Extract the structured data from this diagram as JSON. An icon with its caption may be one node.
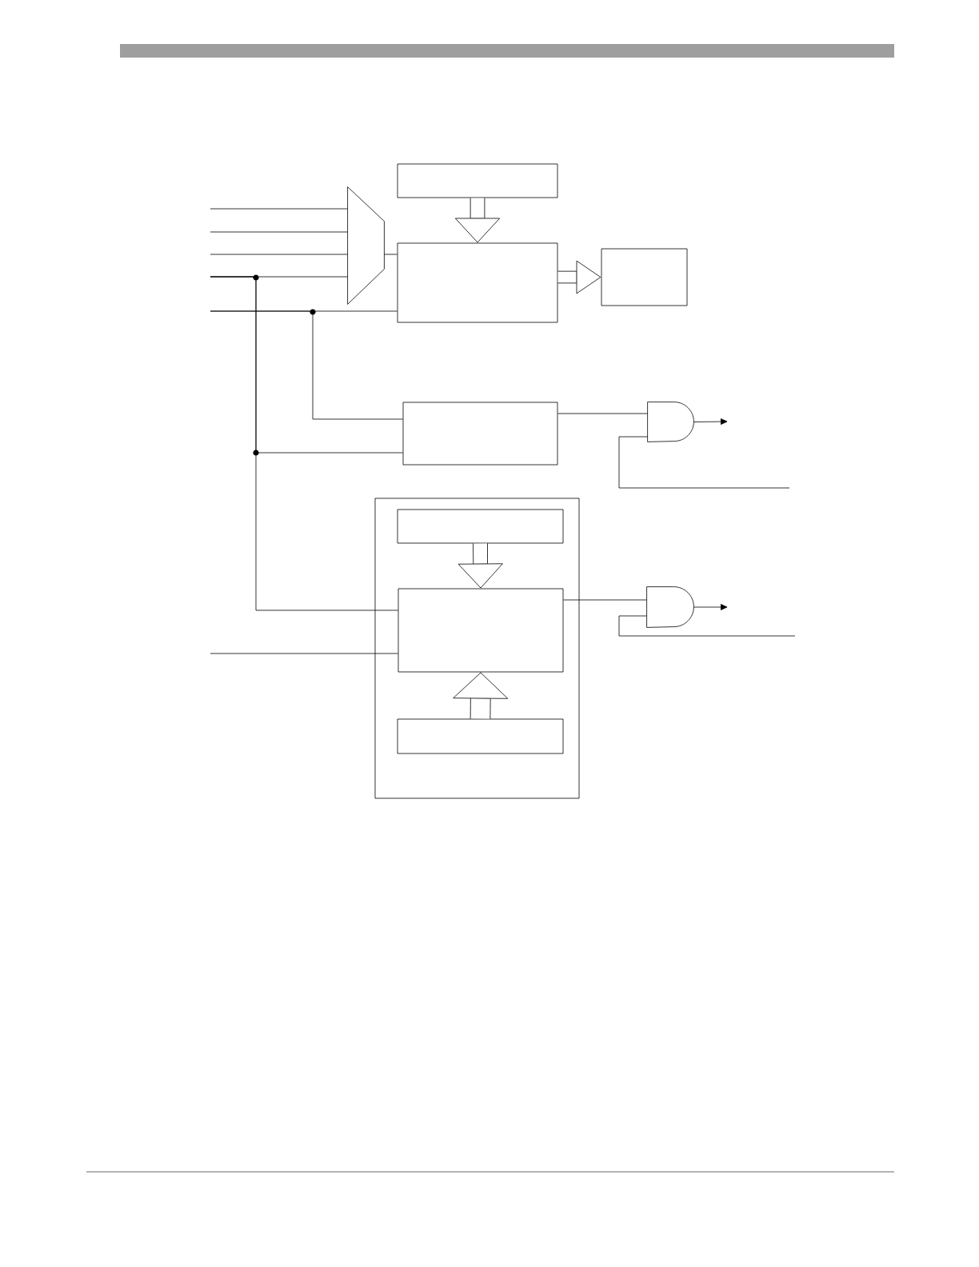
{
  "diagram": {
    "nodes": [
      {
        "text": [],
        "shape": "box"
      },
      {
        "text": [],
        "shape": "trapezoid"
      },
      {
        "text": [],
        "shape": "box"
      },
      {
        "text": [],
        "shape": "box"
      },
      {
        "text": [],
        "shape": "box"
      },
      {
        "text": [],
        "shape": "gate"
      },
      {
        "text": [],
        "shape": "box"
      },
      {
        "text": [],
        "shape": "box",
        "in": 6
      },
      {
        "text": [],
        "shape": "box",
        "in": 6
      },
      {
        "text": [],
        "shape": "box",
        "in": 6
      },
      {
        "text": [],
        "shape": "gate"
      }
    ],
    "edges": [
      {
        "from": null,
        "to": 1,
        "arrow": "none"
      },
      {
        "from": null,
        "to": 1,
        "arrow": "none"
      },
      {
        "from": null,
        "to": 1,
        "arrow": "none"
      },
      {
        "from": null,
        "to": 1,
        "arrow": "none"
      },
      {
        "from": 1,
        "to": 2,
        "arrow": "none"
      },
      {
        "from": 0,
        "to": 2,
        "arrow": "to",
        "style": "thick"
      },
      {
        "from": 2,
        "to": 3,
        "arrow": "to",
        "style": "thick"
      },
      {
        "from": null,
        "to": 2,
        "arrow": "none"
      },
      {
        "from": null,
        "to": 4,
        "arrow": "none"
      },
      {
        "from": null,
        "to": 4,
        "arrow": "none"
      },
      {
        "from": 4,
        "to": 5,
        "arrow": "none"
      },
      {
        "from": null,
        "to": 5,
        "arrow": "none"
      },
      {
        "from": 5,
        "to": null,
        "arrow": "to"
      },
      {
        "from": 7,
        "to": 8,
        "arrow": "to",
        "style": "thick"
      },
      {
        "from": 9,
        "to": 8,
        "arrow": "to",
        "style": "thick"
      },
      {
        "from": null,
        "to": 8,
        "arrow": "none"
      },
      {
        "from": null,
        "to": 8,
        "arrow": "none"
      },
      {
        "from": 8,
        "to": 10,
        "arrow": "none"
      },
      {
        "from": null,
        "to": 10,
        "arrow": "none"
      },
      {
        "from": 10,
        "to": null,
        "arrow": "to"
      }
    ]
  }
}
